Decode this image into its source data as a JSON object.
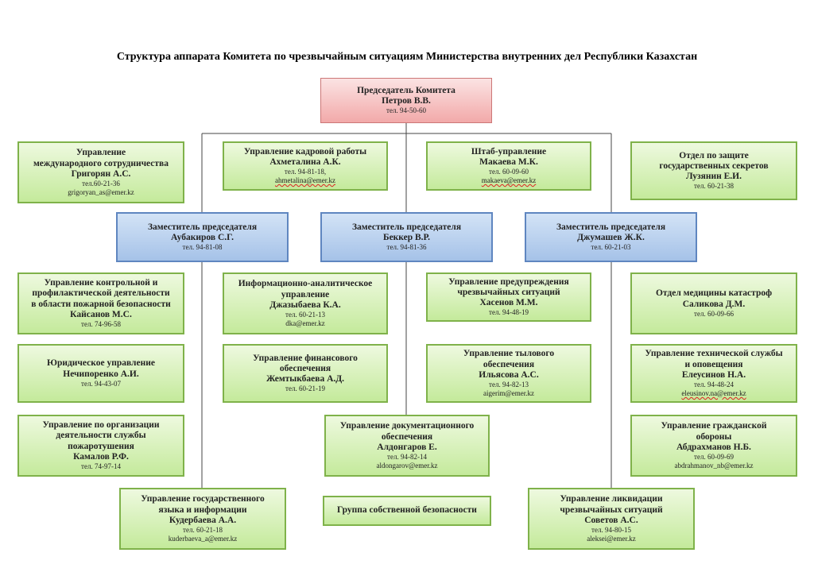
{
  "title": "Структура аппарата Комитета по чрезвычайным ситуациям Министерства внутренних дел Республики Казахстан",
  "chairman": {
    "role": "Председатель Комитета",
    "name": "Петров В.В.",
    "phone": "тел. 94-50-60"
  },
  "row1": [
    {
      "lines": [
        "Управление",
        "международного сотрудничества"
      ],
      "name": "Григорян А.С.",
      "phone": "тел.60-21-36",
      "email": "grigoryan_as@emer.kz"
    },
    {
      "lines": [
        "Управление кадровой работы"
      ],
      "name": "Ахметалина А.К.",
      "phone": "тел. 94-81-18,",
      "email": "ahmetalina@emer.kz"
    },
    {
      "lines": [
        "Штаб-управление"
      ],
      "name": "Макаева М.К.",
      "phone": "тел. 60-09-60",
      "email": "makaeva@emer.kz"
    },
    {
      "lines": [
        "Отдел по защите",
        "государственных секретов"
      ],
      "name": "Лузянин Е.И.",
      "phone": "тел. 60-21-38"
    }
  ],
  "deputies": [
    {
      "role": "Заместитель председателя",
      "name": "Аубакиров С.Г.",
      "phone": "тел. 94-81-08"
    },
    {
      "role": "Заместитель председателя",
      "name": "Беккер В.Р.",
      "phone": "тел. 94-81-36"
    },
    {
      "role": "Заместитель председателя",
      "name": "Джумашев Ж.К.",
      "phone": "тел. 60-21-03"
    }
  ],
  "col1": [
    {
      "lines": [
        "Управление контрольной и",
        "профилактической деятельности",
        "в области пожарной безопасности"
      ],
      "name": "Кайсанов М.С.",
      "phone": "тел. 74-96-58"
    },
    {
      "lines": [
        "Юридическое управление"
      ],
      "name": "Нечипоренко А.И.",
      "phone": "тел. 94-43-07"
    },
    {
      "lines": [
        "Управление по организации",
        "деятельности службы",
        "пожаротушения"
      ],
      "name": "Камалов Р.Ф.",
      "phone": "тел. 74-97-14"
    }
  ],
  "col2": [
    {
      "lines": [
        "Информационно-аналитическое",
        "управление"
      ],
      "name": "Джазыбаева К.А.",
      "phone": "тел. 60-21-13",
      "email": "dka@emer.kz"
    },
    {
      "lines": [
        "Управление финансового",
        "обеспечения"
      ],
      "name": "Жемтыкбаева А.Д.",
      "phone": "тел. 60-21-19"
    },
    {
      "lines": [
        "Управление государственного",
        "языка и информации"
      ],
      "name": "Кудербаева А.А.",
      "phone": "тел. 60-21-18",
      "email": "kuderbaeva_a@emer.kz"
    }
  ],
  "col3": [
    {
      "lines": [
        "Управление предупреждения",
        "чрезвычайных ситуаций"
      ],
      "name": "Хасенов М.М.",
      "phone": "тел. 94-48-19"
    },
    {
      "lines": [
        "Управление тылового",
        "обеспечения"
      ],
      "name": "Ильясова А.С.",
      "phone": "тел. 94-82-13",
      "email": "aigerim@emer.kz"
    },
    {
      "lines": [
        "Управление документационного",
        "обеспечения"
      ],
      "name": "Алдонгаров Е.",
      "phone": "тел. 94-82-14",
      "email": "aldongarov@emer.kz"
    },
    {
      "lines": [
        "Группа собственной безопасности"
      ]
    }
  ],
  "col4": [
    {
      "lines": [
        "Отдел медицины катастроф"
      ],
      "name": "Саликова Д.М.",
      "phone": "тел. 60-09-66"
    },
    {
      "lines": [
        "Управление технической службы",
        "и оповещения"
      ],
      "name": "Елеусинов Н.А.",
      "phone": "тел. 94-48-24",
      "email": "eleusinov.na@emer.kz"
    },
    {
      "lines": [
        "Управление гражданской",
        "обороны"
      ],
      "name": "Абдрахманов Н.Б.",
      "phone": "тел. 60-09-69",
      "email": "abdrahmanov_nb@emer.kz"
    },
    {
      "lines": [
        "Управление ликвидации",
        "чрезвычайных ситуаций"
      ],
      "name": "Советов А.С.",
      "phone": "тел. 94-80-15",
      "email": "aleksei@emer.kz"
    }
  ]
}
